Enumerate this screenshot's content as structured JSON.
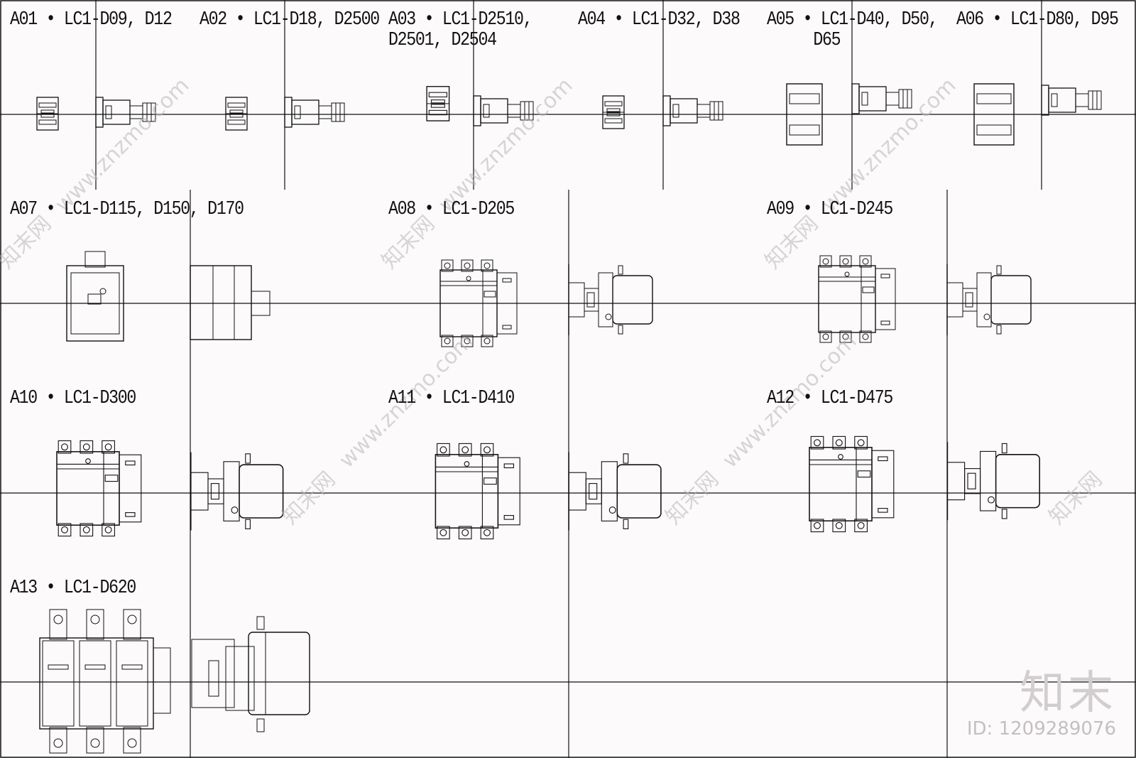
{
  "cells": [
    {
      "code": "A01",
      "separator": "•",
      "model": "LC1-D09, D12"
    },
    {
      "code": "A02",
      "separator": "•",
      "model": "LC1-D18, D2500"
    },
    {
      "code": "A03",
      "separator": "•",
      "model": "LC1-D2510,",
      "model_line2": "D2501, D2504"
    },
    {
      "code": "A04",
      "separator": "•",
      "model": "LC1-D32, D38"
    },
    {
      "code": "A05",
      "separator": "•",
      "model": "LC1-D40, D50,",
      "model_line2": "D65"
    },
    {
      "code": "A06",
      "separator": "•",
      "model": "LC1-D80, D95"
    },
    {
      "code": "A07",
      "separator": "•",
      "model": "LC1-D115, D150, D170"
    },
    {
      "code": "A08",
      "separator": "•",
      "model": "LC1-D205"
    },
    {
      "code": "A09",
      "separator": "•",
      "model": "LC1-D245"
    },
    {
      "code": "A10",
      "separator": "•",
      "model": "LC1-D300"
    },
    {
      "code": "A11",
      "separator": "•",
      "model": "LC1-D410"
    },
    {
      "code": "A12",
      "separator": "•",
      "model": "LC1-D475"
    },
    {
      "code": "A13",
      "separator": "•",
      "model": "LC1-D620"
    }
  ],
  "watermark": {
    "cn": "知末网",
    "url": "www.znzmo.com",
    "logo": "知末",
    "id": "ID: 1209289076"
  }
}
